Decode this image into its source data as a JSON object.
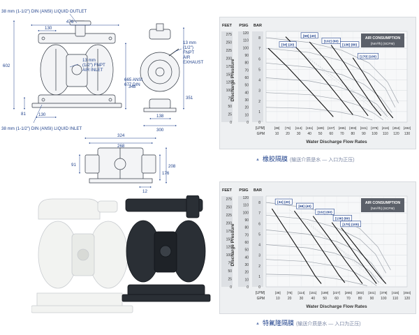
{
  "drawing": {
    "outlet_label": "38 mm (1-1/2\") DIN (ANSI) LIQUID OUTLET",
    "inlet_label": "38 mm (1-1/2\") DIN (ANSI) LIQUID INLET",
    "air_inlet_label": [
      "13 mm",
      "(1/2\") FNPT",
      "AIR INLET"
    ],
    "air_exhaust_label": [
      "13 mm",
      "(1/2\")",
      "FNPT",
      "AIR",
      "EXHAUST"
    ],
    "ansi_din_label": [
      "665 ANSI",
      "677 DIN"
    ],
    "dims": {
      "d476": "476",
      "d130_top": "130",
      "d602": "602",
      "d348": "348",
      "d81": "81",
      "d130_bottom": "130",
      "d351": "351",
      "d138": "138",
      "d300": "300",
      "d324": "324",
      "d268": "268",
      "d91": "91",
      "d208": "208",
      "d176": "176",
      "d12": "12"
    }
  },
  "charts": [
    {
      "caption_main": "橡胶隔膜",
      "caption_sub": "(输送介质是水 — 入口为正压)",
      "chart_data": {
        "type": "line",
        "left_axis_units": [
          "FEET",
          "PSIG",
          "BAR"
        ],
        "ylabel": "Discharge Pressure",
        "xlabel": "Water Discharge Flow Rates",
        "feet_ticks": [
          "275",
          "250",
          "225",
          "200",
          "175",
          "150",
          "125",
          "100",
          "75",
          "50",
          "25",
          "0"
        ],
        "psig_ticks": [
          "120",
          "110",
          "100",
          "90",
          "80",
          "70",
          "60",
          "50",
          "40",
          "30",
          "20",
          "10",
          "0"
        ],
        "bar_ticks": [
          "8",
          "7",
          "6",
          "5",
          "4",
          "3",
          "2",
          "1",
          "0"
        ],
        "lpm_label": "[LPM]",
        "lpm_ticks": [
          "[38]",
          "[76]",
          "[114]",
          "[151]",
          "[189]",
          "[227]",
          "[265]",
          "[303]",
          "[341]",
          "[379]",
          "[416]",
          "[454]",
          "[492]"
        ],
        "gpm_label": "GPM",
        "gpm_ticks": [
          "10",
          "20",
          "30",
          "40",
          "50",
          "60",
          "70",
          "80",
          "90",
          "100",
          "110",
          "120",
          "130"
        ],
        "xlim": [
          0,
          130
        ],
        "ylim_bar": [
          0,
          8.6
        ],
        "legend_title": "AIR CONSUMPTION",
        "legend_units": "[Nm³/h] (SCFM)",
        "air_labels": [
          {
            "nm3h": "[34]",
            "scfm": "(20)",
            "x": 20,
            "y": 7.3
          },
          {
            "nm3h": "[68]",
            "scfm": "(40)",
            "x": 40,
            "y": 8.15
          },
          {
            "nm3h": "[102]",
            "scfm": "(60)",
            "x": 60,
            "y": 7.65
          },
          {
            "nm3h": "[136]",
            "scfm": "(80)",
            "x": 77,
            "y": 7.3
          },
          {
            "nm3h": "[170]",
            "scfm": "(100)",
            "x": 94,
            "y": 6.2
          }
        ],
        "air_curves": [
          [
            [
              2,
              7.0
            ],
            [
              20,
              5.2
            ],
            [
              40,
              3.0
            ],
            [
              55,
              1.3
            ],
            [
              62,
              0.5
            ]
          ],
          [
            [
              18,
              8.1
            ],
            [
              35,
              6.3
            ],
            [
              55,
              3.9
            ],
            [
              70,
              2.0
            ],
            [
              80,
              0.7
            ]
          ],
          [
            [
              40,
              7.6
            ],
            [
              55,
              5.9
            ],
            [
              72,
              3.6
            ],
            [
              86,
              1.7
            ],
            [
              94,
              0.6
            ]
          ],
          [
            [
              60,
              7.3
            ],
            [
              72,
              5.6
            ],
            [
              86,
              3.4
            ],
            [
              98,
              1.6
            ],
            [
              106,
              0.6
            ]
          ],
          [
            [
              80,
              6.1
            ],
            [
              90,
              4.6
            ],
            [
              102,
              2.6
            ],
            [
              112,
              1.0
            ],
            [
              117,
              0.4
            ]
          ]
        ],
        "pressure_curves": [
          [
            [
              0,
              8.0
            ],
            [
              40,
              7.55
            ],
            [
              70,
              6.8
            ],
            [
              95,
              5.6
            ],
            [
              112,
              3.8
            ],
            [
              122,
              1.8
            ]
          ],
          [
            [
              0,
              7.0
            ],
            [
              40,
              6.6
            ],
            [
              70,
              5.8
            ],
            [
              95,
              4.6
            ],
            [
              110,
              3.2
            ],
            [
              119,
              1.4
            ]
          ],
          [
            [
              0,
              5.6
            ],
            [
              40,
              5.2
            ],
            [
              70,
              4.5
            ],
            [
              90,
              3.6
            ],
            [
              106,
              2.3
            ],
            [
              116,
              0.9
            ]
          ],
          [
            [
              0,
              4.2
            ],
            [
              40,
              3.9
            ],
            [
              65,
              3.4
            ],
            [
              85,
              2.7
            ],
            [
              102,
              1.7
            ],
            [
              112,
              0.5
            ]
          ],
          [
            [
              0,
              2.8
            ],
            [
              40,
              2.6
            ],
            [
              65,
              2.2
            ],
            [
              85,
              1.6
            ],
            [
              100,
              0.8
            ],
            [
              108,
              0.2
            ]
          ],
          [
            [
              0,
              1.4
            ],
            [
              40,
              1.3
            ],
            [
              65,
              1.0
            ],
            [
              85,
              0.6
            ],
            [
              98,
              0.2
            ]
          ]
        ]
      }
    },
    {
      "caption_main": "特氟隆隔膜",
      "caption_sub": "(输送介质是水 — 入口为正压)",
      "chart_data": {
        "type": "line",
        "left_axis_units": [
          "FEET",
          "PSIG",
          "BAR"
        ],
        "ylabel": "Discharge Pressure",
        "xlabel": "Water Discharge Flow Rates",
        "feet_ticks": [
          "275",
          "250",
          "225",
          "200",
          "175",
          "150",
          "125",
          "100",
          "75",
          "50",
          "25",
          "0"
        ],
        "psig_ticks": [
          "120",
          "110",
          "100",
          "90",
          "80",
          "70",
          "60",
          "50",
          "40",
          "30",
          "20",
          "10",
          "0"
        ],
        "bar_ticks": [
          "8",
          "7",
          "6",
          "5",
          "4",
          "3",
          "2",
          "1",
          "0"
        ],
        "lpm_label": "[LPM]",
        "lpm_ticks": [
          "[38]",
          "[76]",
          "[114]",
          "[151]",
          "[189]",
          "[227]",
          "[265]",
          "[303]",
          "[341]",
          "[379]",
          "[416]",
          "[454]"
        ],
        "gpm_label": "GPM",
        "gpm_ticks": [
          "10",
          "20",
          "30",
          "40",
          "50",
          "60",
          "70",
          "80",
          "90",
          "100",
          "110",
          "120"
        ],
        "xlim": [
          0,
          120
        ],
        "ylim_bar": [
          0,
          8.6
        ],
        "legend_title": "AIR CONSUMPTION",
        "legend_units": "[Nm³/h] (SCFM)",
        "air_labels": [
          {
            "nm3h": "[34]",
            "scfm": "(20)",
            "x": 15,
            "y": 8.0
          },
          {
            "nm3h": "[68]",
            "scfm": "(40)",
            "x": 33,
            "y": 7.6
          },
          {
            "nm3h": "[102]",
            "scfm": "(60)",
            "x": 50,
            "y": 7.05
          },
          {
            "nm3h": "[136]",
            "scfm": "(80)",
            "x": 65,
            "y": 6.45
          },
          {
            "nm3h": "[170]",
            "scfm": "(100)",
            "x": 72,
            "y": 5.9
          }
        ],
        "air_curves": [
          [
            [
              5,
              7.4
            ],
            [
              18,
              5.2
            ],
            [
              32,
              2.8
            ],
            [
              42,
              1.0
            ],
            [
              47,
              0.3
            ]
          ],
          [
            [
              24,
              7.2
            ],
            [
              38,
              5.1
            ],
            [
              52,
              2.8
            ],
            [
              62,
              1.1
            ],
            [
              67,
              0.4
            ]
          ],
          [
            [
              40,
              6.7
            ],
            [
              54,
              4.6
            ],
            [
              68,
              2.4
            ],
            [
              78,
              0.9
            ],
            [
              82,
              0.3
            ]
          ],
          [
            [
              56,
              6.1
            ],
            [
              68,
              4.3
            ],
            [
              80,
              2.4
            ],
            [
              90,
              0.9
            ],
            [
              94,
              0.3
            ]
          ],
          [
            [
              64,
              5.6
            ],
            [
              76,
              3.9
            ],
            [
              88,
              2.2
            ],
            [
              98,
              0.8
            ],
            [
              102,
              0.3
            ]
          ]
        ],
        "pressure_curves": [
          [
            [
              0,
              8.0
            ],
            [
              35,
              7.5
            ],
            [
              60,
              6.7
            ],
            [
              80,
              5.5
            ],
            [
              95,
              3.8
            ],
            [
              106,
              1.6
            ]
          ],
          [
            [
              0,
              6.8
            ],
            [
              35,
              6.4
            ],
            [
              60,
              5.6
            ],
            [
              80,
              4.5
            ],
            [
              93,
              3.1
            ],
            [
              102,
              1.3
            ]
          ],
          [
            [
              0,
              5.4
            ],
            [
              35,
              5.0
            ],
            [
              60,
              4.3
            ],
            [
              78,
              3.4
            ],
            [
              90,
              2.2
            ],
            [
              99,
              0.8
            ]
          ],
          [
            [
              0,
              4.0
            ],
            [
              35,
              3.7
            ],
            [
              58,
              3.2
            ],
            [
              75,
              2.5
            ],
            [
              88,
              1.5
            ],
            [
              96,
              0.4
            ]
          ],
          [
            [
              0,
              2.6
            ],
            [
              35,
              2.4
            ],
            [
              58,
              2.0
            ],
            [
              75,
              1.4
            ],
            [
              88,
              0.6
            ],
            [
              94,
              0.1
            ]
          ],
          [
            [
              0,
              1.2
            ],
            [
              35,
              1.1
            ],
            [
              58,
              0.8
            ],
            [
              75,
              0.4
            ],
            [
              86,
              0.1
            ]
          ]
        ]
      }
    }
  ]
}
